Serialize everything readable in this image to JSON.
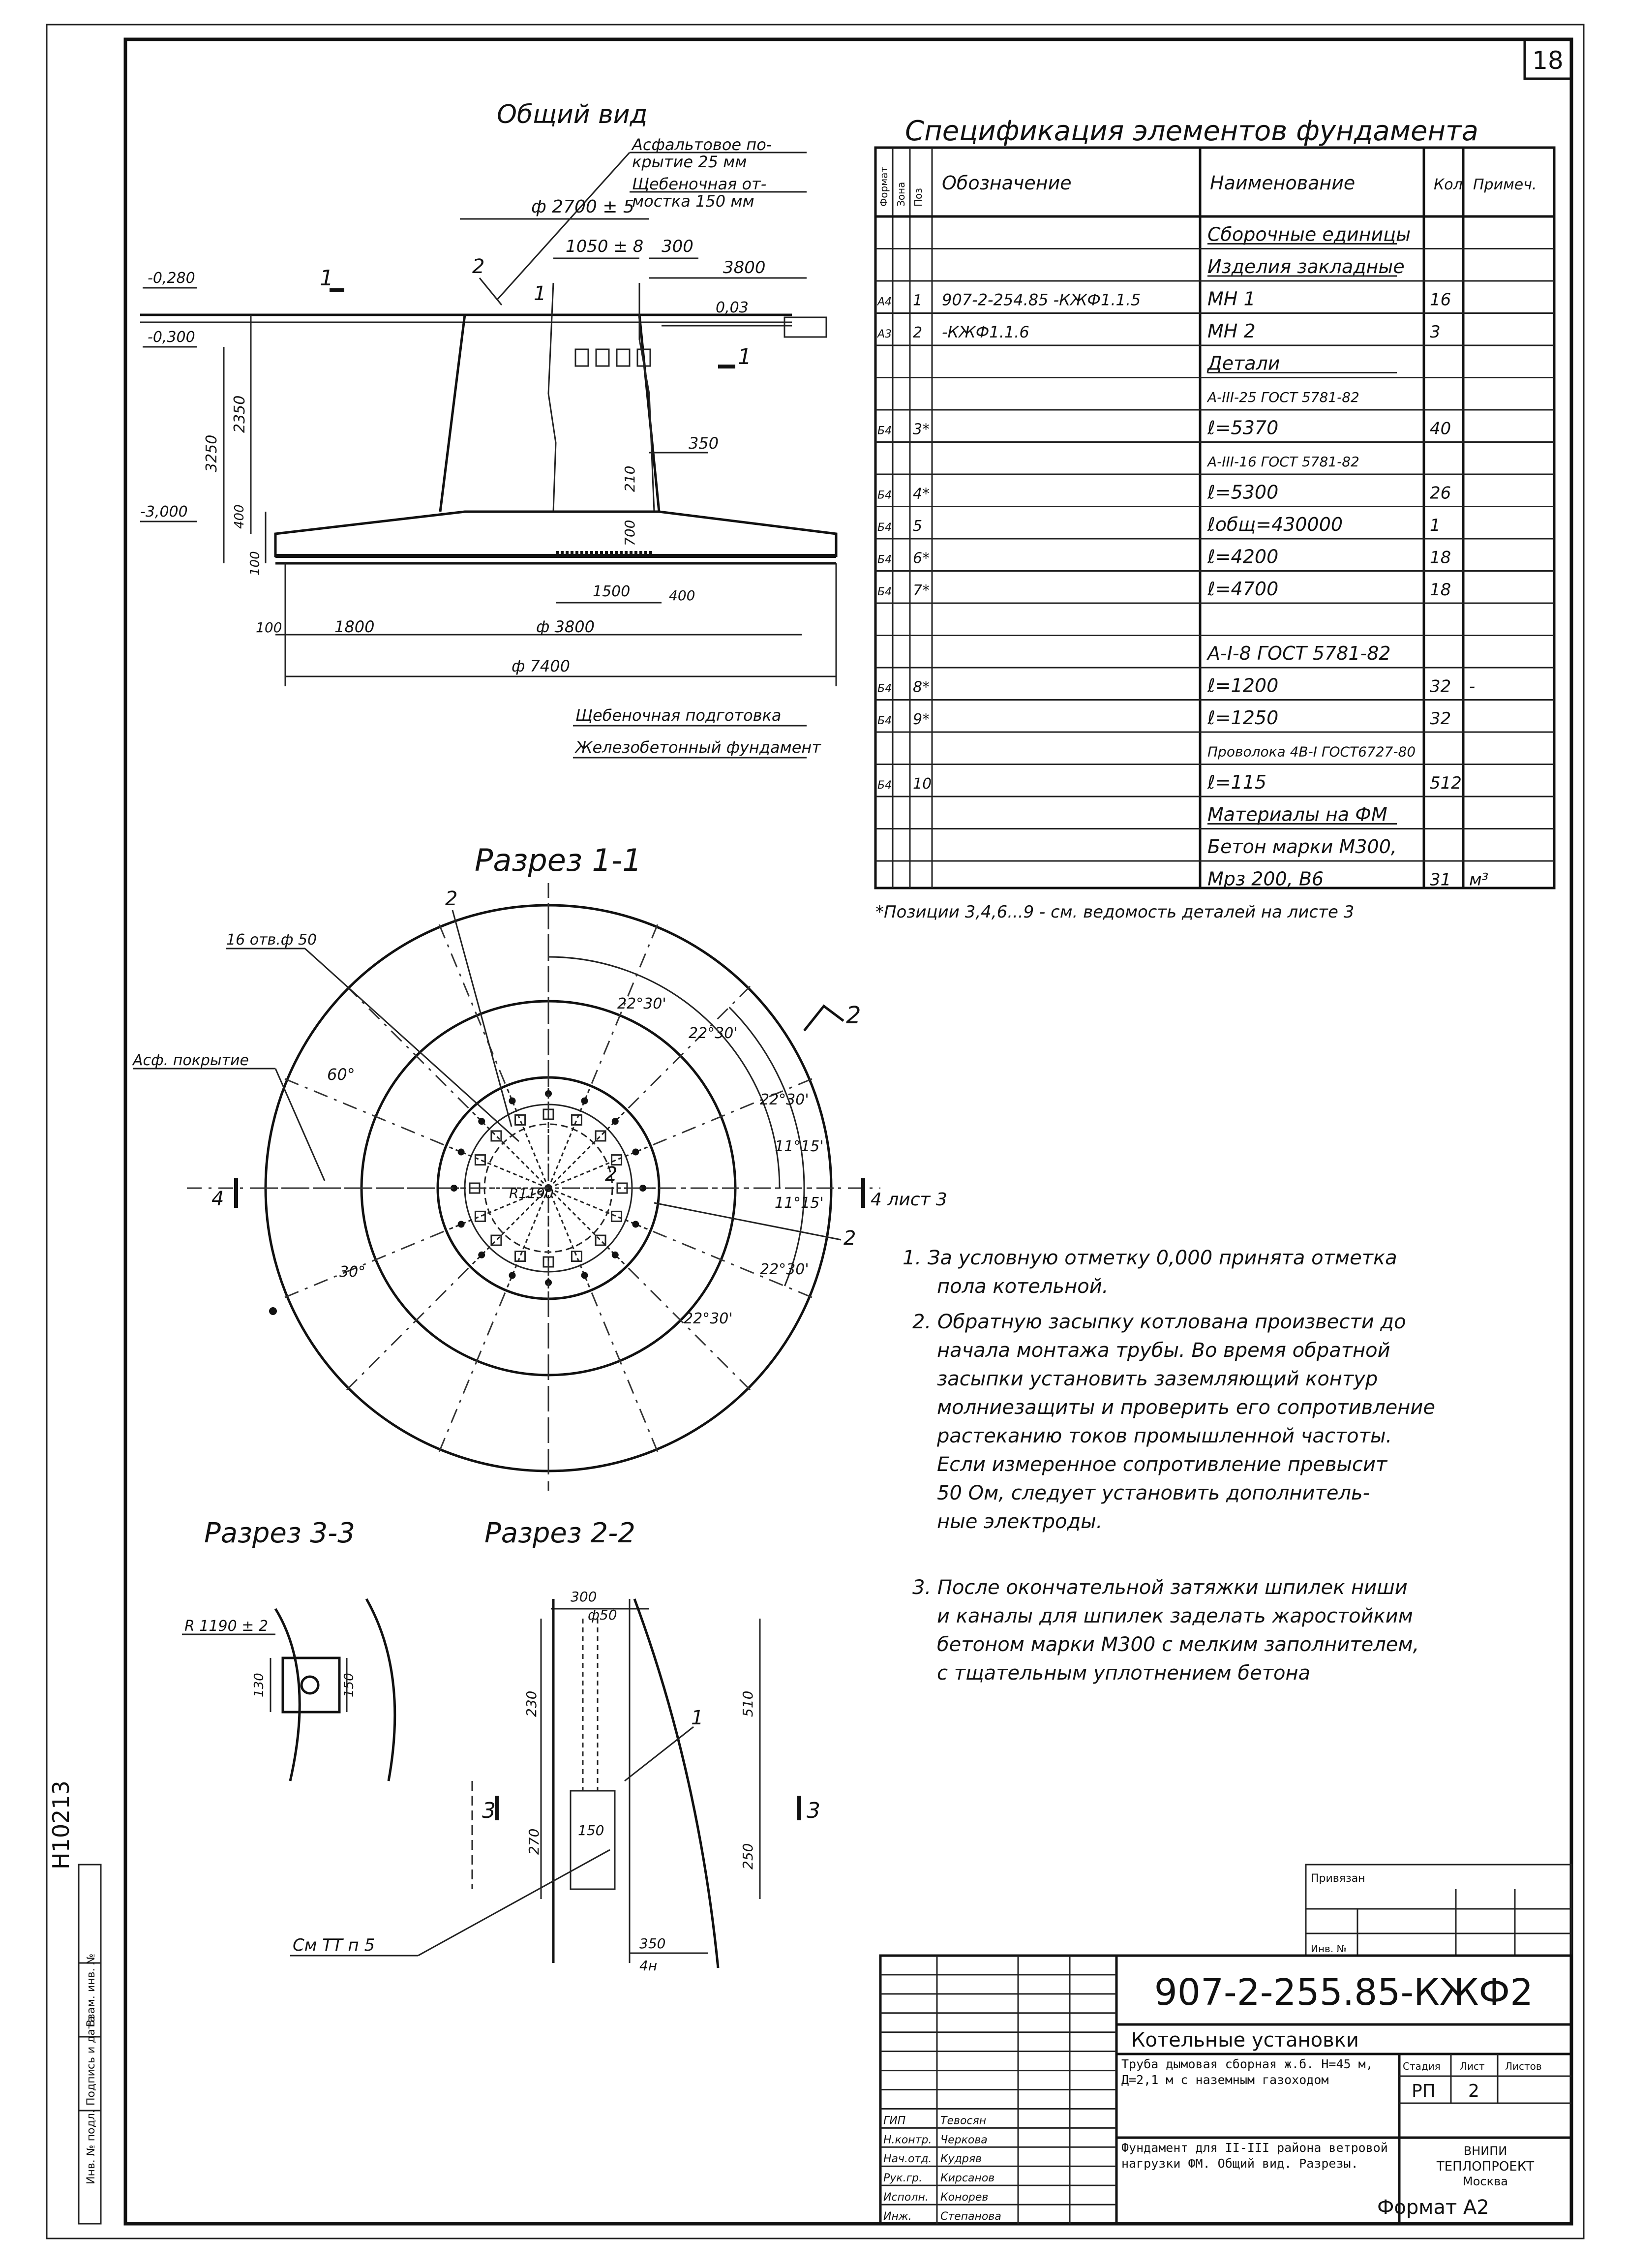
{
  "sheet_number": "18",
  "inventory_number": "H10213",
  "left_stamp": {
    "col1": "Инв. № подл.",
    "col2": "Подпись и дата",
    "col3": "Взам. инв. №"
  },
  "general_view": {
    "title": "Общий вид",
    "note_asphalt": "Асфальтовое по-",
    "note_asphalt2": "крытие 25 мм",
    "note_gravel": "Щебеночная от-",
    "note_gravel2": "мостка 150 мм",
    "dim_d2700": "ф 2700 ± 5",
    "dim_1050": "1050 ± 8",
    "dim_300": "300",
    "dim_3800_top": "3800",
    "mark_m0280": "-0,280",
    "mark_m0300": "-0,300",
    "mark_m3000": "-3,000",
    "slope": "0,03",
    "dim_350": "350",
    "dim_2350": "2350",
    "dim_3250": "3250",
    "dim_210": "210",
    "dim_700": "700",
    "dim_400v": "400",
    "dim_100v": "100",
    "dim_1500": "1500",
    "dim_400": "400",
    "dim_100": "100",
    "dim_1800": "1800",
    "dim_d3800": "ф 3800",
    "dim_d7400": "ф 7400",
    "label_1": "1",
    "label_2": "2",
    "section_1": "1",
    "note_gravel_prep": "Щебеночная подготовка",
    "note_rc_foundation": "Железобетонный фундамент"
  },
  "spec": {
    "title": "Спецификация элементов фундамента",
    "headers": [
      "Формат",
      "Зона",
      "Поз",
      "Обозначение",
      "Наименование",
      "Кол",
      "Примеч."
    ],
    "rows": [
      {
        "fmt": "",
        "zone": "",
        "pos": "",
        "designation": "",
        "name": "Сборочные единицы",
        "qty": "",
        "note": ""
      },
      {
        "fmt": "",
        "zone": "",
        "pos": "",
        "designation": "",
        "name": "Изделия закладные",
        "qty": "",
        "note": ""
      },
      {
        "fmt": "А4",
        "zone": "",
        "pos": "1",
        "designation": "907-2-254.85 -КЖФ1.1.5",
        "name": "МН 1",
        "qty": "16",
        "note": ""
      },
      {
        "fmt": "А3",
        "zone": "",
        "pos": "2",
        "designation": "-КЖФ1.1.6",
        "name": "МН 2",
        "qty": "3",
        "note": ""
      },
      {
        "fmt": "",
        "zone": "",
        "pos": "",
        "designation": "",
        "name": "Детали",
        "qty": "",
        "note": ""
      },
      {
        "fmt": "",
        "zone": "",
        "pos": "",
        "designation": "",
        "name": "А-III-25 ГОСТ 5781-82",
        "qty": "",
        "note": ""
      },
      {
        "fmt": "Б4",
        "zone": "",
        "pos": "3*",
        "designation": "",
        "name": "ℓ=5370",
        "qty": "40",
        "note": ""
      },
      {
        "fmt": "",
        "zone": "",
        "pos": "",
        "designation": "",
        "name": "А-III-16 ГОСТ 5781-82",
        "qty": "",
        "note": ""
      },
      {
        "fmt": "Б4",
        "zone": "",
        "pos": "4*",
        "designation": "",
        "name": "ℓ=5300",
        "qty": "26",
        "note": ""
      },
      {
        "fmt": "Б4",
        "zone": "",
        "pos": "5",
        "designation": "",
        "name": "ℓобщ=430000",
        "qty": "1",
        "note": ""
      },
      {
        "fmt": "Б4",
        "zone": "",
        "pos": "6*",
        "designation": "",
        "name": "ℓ=4200",
        "qty": "18",
        "note": ""
      },
      {
        "fmt": "Б4",
        "zone": "",
        "pos": "7*",
        "designation": "",
        "name": "ℓ=4700",
        "qty": "18",
        "note": ""
      },
      {
        "fmt": "",
        "zone": "",
        "pos": "",
        "designation": "",
        "name": "",
        "qty": "",
        "note": ""
      },
      {
        "fmt": "",
        "zone": "",
        "pos": "",
        "designation": "",
        "name": "А-I-8 ГОСТ 5781-82",
        "qty": "",
        "note": ""
      },
      {
        "fmt": "Б4",
        "zone": "",
        "pos": "8*",
        "designation": "",
        "name": "ℓ=1200",
        "qty": "32",
        "note": "-"
      },
      {
        "fmt": "Б4",
        "zone": "",
        "pos": "9*",
        "designation": "",
        "name": "ℓ=1250",
        "qty": "32",
        "note": ""
      },
      {
        "fmt": "",
        "zone": "",
        "pos": "",
        "designation": "",
        "name": "Проволока 4В-I ГОСТ6727-80",
        "qty": "",
        "note": ""
      },
      {
        "fmt": "Б4",
        "zone": "",
        "pos": "10",
        "designation": "",
        "name": "ℓ=115",
        "qty": "512",
        "note": ""
      },
      {
        "fmt": "",
        "zone": "",
        "pos": "",
        "designation": "",
        "name": "Материалы на ФМ",
        "qty": "",
        "note": ""
      },
      {
        "fmt": "",
        "zone": "",
        "pos": "",
        "designation": "",
        "name": "Бетон марки М300,",
        "qty": "",
        "note": ""
      },
      {
        "fmt": "",
        "zone": "",
        "pos": "",
        "designation": "",
        "name": "Мрз 200, В6",
        "qty": "31",
        "note": "м³"
      }
    ],
    "footnote": "*Позиции 3,4,6...9 - см. ведомость деталей на листе 3"
  },
  "section_11": {
    "title": "Разрез 1-1",
    "label_holes": "16 отв.ф 50",
    "label_asphalt": "Асф. покрытие",
    "r1190": "R1190",
    "angle_60": "60°",
    "angle_22_30_a": "22°30'",
    "angle_22_30_b": "22°30'",
    "angle_22_30_c": "22°30'",
    "angle_22_30_d": "22°30'",
    "angle_22_30_e": "22°30'",
    "angle_11_15_a": "11°15'",
    "angle_11_15_b": "11°15'",
    "angle_30": "30°",
    "label_2a": "2",
    "label_2b": "2",
    "label_2c": "2",
    "section_2": "2",
    "section_4": "4",
    "sheet_ref": "4 лист 3"
  },
  "notes": [
    "1. За условную отметку 0,000 принята отметка пола котельной.",
    "2. Обратную засыпку котлована произвести до начала монтажа трубы. Во время обратной засыпки установить заземляющий контур молниезащиты и проверить его сопротивление растеканию токов промышленной частоты. Если измеренное сопротивление превысит 50 Ом, следует установить дополнительные электроды.",
    "3. После окончательной затяжки шпилек ниши и каналы для шпилек заделать жаростойким бетоном марки М300 с мелким заполнителем, с тщательным уплотнением бетона"
  ],
  "section_33": {
    "title": "Разрез 3-3",
    "r1190": "R 1190 ± 2",
    "dim_130": "130",
    "dim_150": "150"
  },
  "section_22": {
    "title": "Разрез 2-2",
    "dim_300": "300",
    "dim_d50": "ф50",
    "dim_230": "230",
    "dim_510": "510",
    "dim_270": "270",
    "dim_150": "150",
    "dim_250": "250",
    "dim_350": "350",
    "label_1": "1",
    "label_sect3a": "3",
    "label_sect3b": "3",
    "label_ref": "См ТТ п 5",
    "label_4n": "4н"
  },
  "title_block": {
    "code": "907-2-255.85-КЖФ2",
    "section": "Котельные установки",
    "object": "Труба дымовая сборная ж.б. Н=45 м, Д=2,1 м с наземным газоходом",
    "drawing": "Фундамент для II-III района ветровой нагрузки ФМ. Общий вид. Разрезы.",
    "stage_h": "Стадия",
    "sheet_h": "Лист",
    "sheets_h": "Листов",
    "stage": "РП",
    "sheet": "2",
    "org1": "ВНИПИ",
    "org2": "ТЕПЛОПРОЕКТ",
    "org3": "Москва",
    "format": "Формат А2",
    "privyazan": "Привязан",
    "inv_no": "Инв. №",
    "roles": [
      "ГИП",
      "Н.контр.",
      "Нач.отд.",
      "Рук.гр.",
      "Исполн.",
      "Инж."
    ],
    "names": [
      "Тевосян",
      "Черкова",
      "Кудряв",
      "Кирсанов",
      "Конорев",
      "Степанова"
    ]
  }
}
